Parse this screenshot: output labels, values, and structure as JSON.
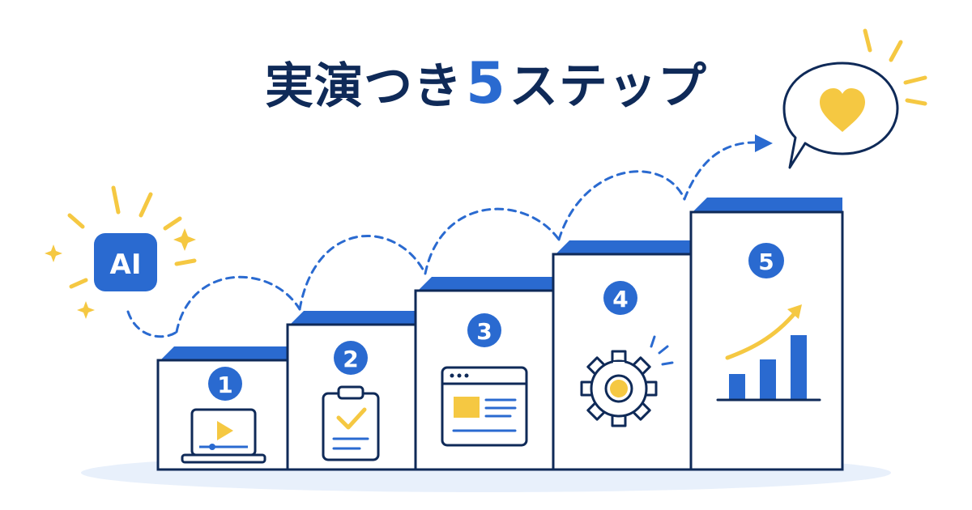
{
  "title": {
    "before": "実演つき",
    "number": "5",
    "after": "ステップ"
  },
  "badge": {
    "label": "AI",
    "icon": "ai-badge-icon"
  },
  "steps": [
    {
      "number": "1",
      "icon": "laptop-video-icon"
    },
    {
      "number": "2",
      "icon": "clipboard-check-icon"
    },
    {
      "number": "3",
      "icon": "browser-window-icon"
    },
    {
      "number": "4",
      "icon": "gear-lightbulb-icon"
    },
    {
      "number": "5",
      "icon": "bar-chart-growth-icon"
    }
  ],
  "goal": {
    "icon": "speech-bubble-heart-icon"
  },
  "colors": {
    "navy": "#0f2a58",
    "blue": "#2a6ad0",
    "yellow": "#f5c842",
    "floor": "#e8f0fb"
  }
}
